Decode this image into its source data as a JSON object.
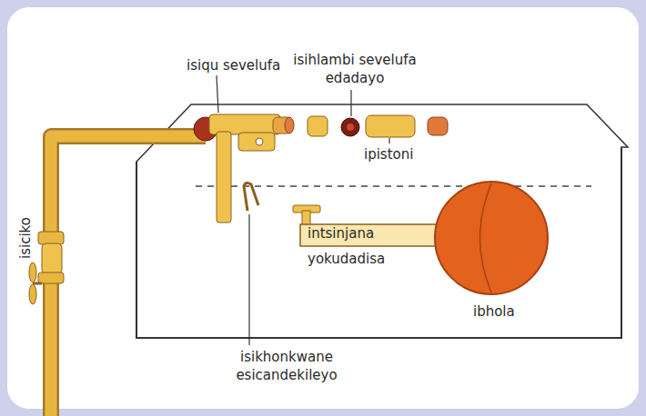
{
  "diagram": {
    "labels": [
      "isiqu sevelufa",
      "isihlambi sevelufa edadayo",
      "ipistoni",
      "intsinjana yokudadisa",
      "ibhola",
      "isikhonkwane esicandekileyo",
      "isiciko"
    ]
  }
}
